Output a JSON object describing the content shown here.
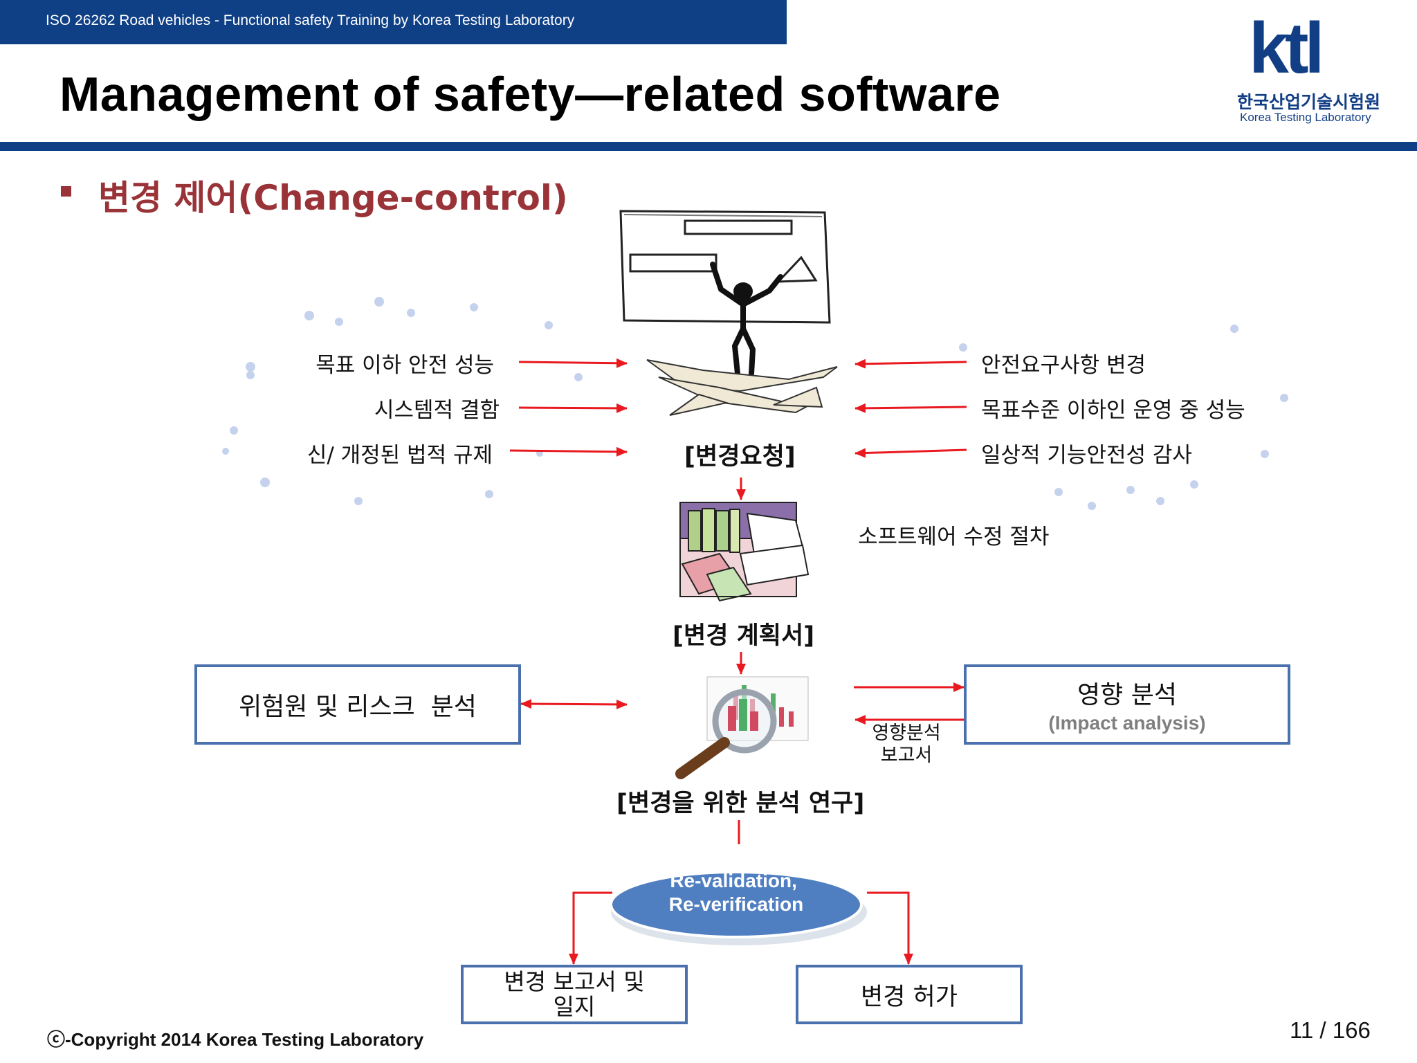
{
  "header": {
    "bar_text": "ISO 26262 Road vehicles - Functional safety Training by Korea Testing Laboratory",
    "title": "Management of safety—related software",
    "logo_mark": "ktl",
    "logo_korean": "한국산업기술시험원",
    "logo_english": "Korea Testing Laboratory"
  },
  "section": {
    "title": "변경 제어(Change-control)"
  },
  "diagram": {
    "left_inputs": [
      "목표 이하 안전 성능",
      "시스템적 결함",
      "신/ 개정된 법적 규제"
    ],
    "right_inputs": [
      "안전요구사항 변경",
      "목표수준 이하인 운영 중 성능",
      "일상적 기능안전성 감사"
    ],
    "change_request_caption": "[변경요청]",
    "modification_procedure": "소프트웨어 수정 절차",
    "change_plan_caption": "[변경 계획서]",
    "hazard_box": "위험원 및 리스크  분석",
    "impact_box_title": "영향 분석",
    "impact_box_subtitle": "(Impact analysis)",
    "impact_report": "영향분석\n보고서",
    "analysis_caption": "[변경을 위한 분석 연구]",
    "ellipse_text": "Re-validation,\nRe-verification",
    "report_box": "변경 보고서 및\n일지",
    "approval_box": "변경 허가"
  },
  "colors": {
    "brand_blue": "#0f3f85",
    "section_red": "#993338",
    "arrow_red": "#e8191f",
    "box_border": "#4a71ad",
    "ellipse_fill": "#4f7fc0"
  },
  "footer": {
    "copyright": "ⓒ-Copyright 2014 Korea Testing Laboratory",
    "page": "11 / 166"
  }
}
